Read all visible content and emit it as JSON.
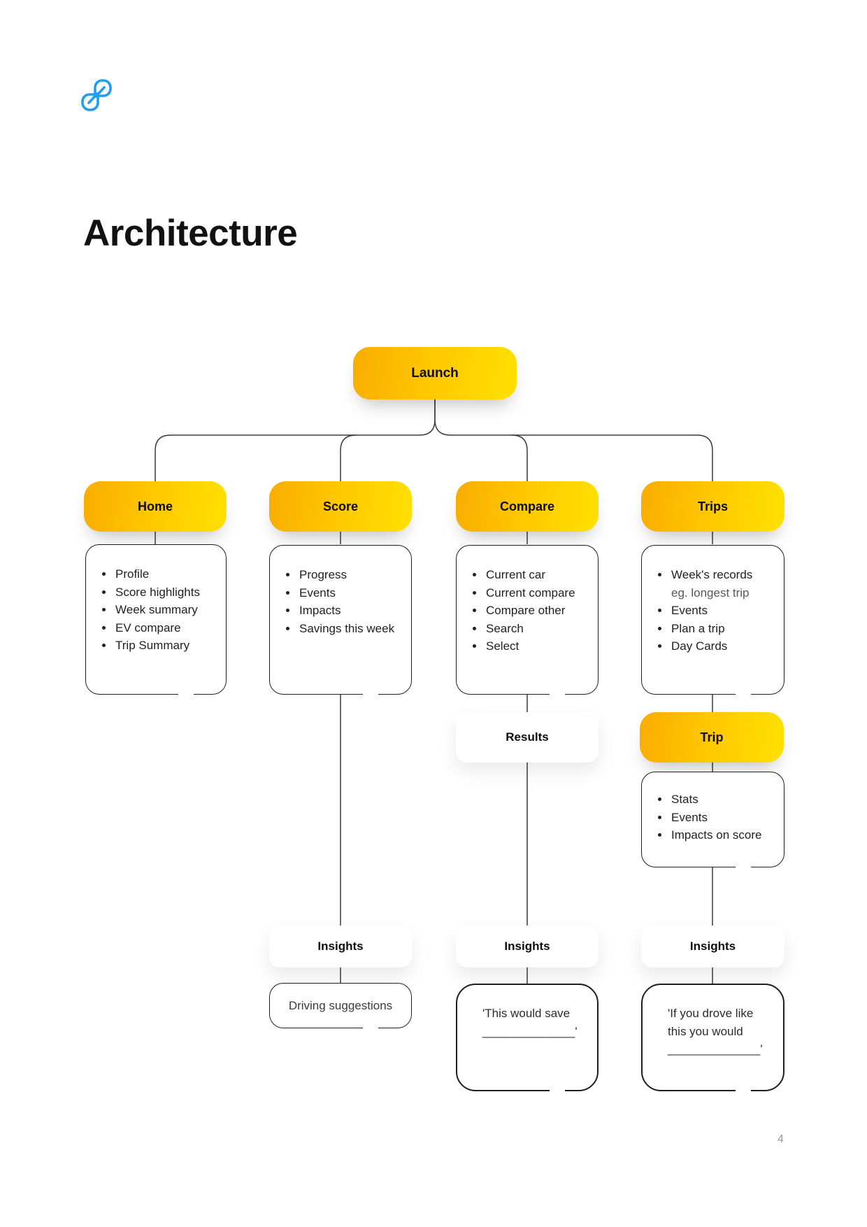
{
  "page": {
    "title": "Architecture",
    "page_number": "4"
  },
  "logo": {
    "name": "link-leaf-logo",
    "color": "#1E9EF4"
  },
  "colors": {
    "node_gradient_start": "#F8AD00",
    "node_gradient_end": "#FFE100",
    "connector": "#3A3A3C"
  },
  "nodes": {
    "launch": {
      "label": "Launch"
    },
    "home": {
      "label": "Home",
      "items": [
        "Profile",
        "Score highlights",
        "Week summary",
        "EV compare",
        "Trip Summary"
      ]
    },
    "score": {
      "label": "Score",
      "items": [
        "Progress",
        "Events",
        "Impacts",
        "Savings this week"
      ]
    },
    "compare": {
      "label": "Compare",
      "items": [
        "Current car",
        "Current compare",
        "Compare other",
        "Search",
        "Select"
      ]
    },
    "trips": {
      "label": "Trips",
      "item_first_main": "Week's records",
      "item_first_sub": "eg. longest trip",
      "items": [
        "Events",
        "Plan a trip",
        "Day Cards"
      ]
    },
    "results": {
      "label": "Results"
    },
    "trip": {
      "label": "Trip",
      "items": [
        "Stats",
        "Events",
        "Impacts on score"
      ]
    },
    "insights_score": {
      "label": "Insights"
    },
    "insights_compare": {
      "label": "Insights"
    },
    "insights_trips": {
      "label": "Insights"
    },
    "suggestions_score": {
      "text": "Driving suggestions"
    },
    "quote_compare": {
      "line1": "'This would save",
      "line2": "______________'"
    },
    "quote_trips": {
      "line1": "'If you drove like",
      "line2": "this you would",
      "line3": "______________'"
    }
  }
}
